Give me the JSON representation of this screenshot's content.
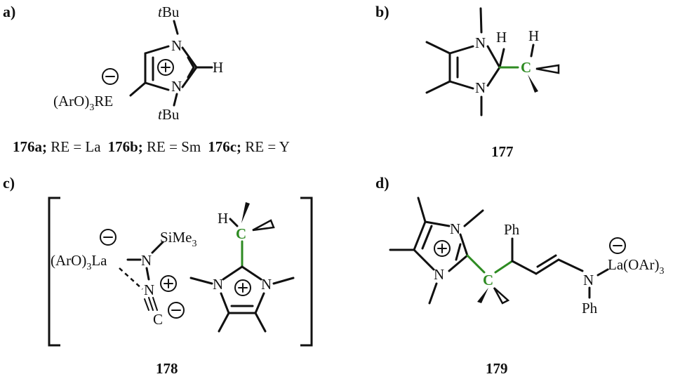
{
  "panels": {
    "a": {
      "label": "a)",
      "tBu_top": "tBu",
      "tBu_bottom": "tBu",
      "N_top": "N",
      "N_bottom": "N",
      "H": "H",
      "substituent": "(ArO)",
      "sub3": "3",
      "RE": "RE",
      "caption_176a": "176a;",
      "caption_176a_rest": " RE = La",
      "caption_176b": "176b;",
      "caption_176b_rest": " RE = Sm",
      "caption_176c": "176c;",
      "caption_176c_rest": " RE = Y"
    },
    "b": {
      "label": "b)",
      "N_top": "N",
      "N_bottom": "N",
      "H1": "H",
      "H2": "H",
      "C": "C",
      "caption": "177"
    },
    "c": {
      "label": "c)",
      "ArO3La": "(ArO)",
      "sub3": "3",
      "La": "La",
      "N_amide": "N",
      "SiMe": "SiMe",
      "sub3b": "3",
      "N_plus": "N",
      "C_minus": "C",
      "H": "H",
      "C_green": "C",
      "N_left": "N",
      "N_right": "N",
      "caption": "178"
    },
    "d": {
      "label": "d)",
      "N_top": "N",
      "N_bottom": "N",
      "C_green": "C",
      "Ph_top": "Ph",
      "N_amide": "N",
      "Ph_bottom": "Ph",
      "La": "La(OAr)",
      "sub3": "3",
      "caption": "179"
    }
  },
  "colors": {
    "highlight": "#2e8b22",
    "ink": "#111111"
  }
}
